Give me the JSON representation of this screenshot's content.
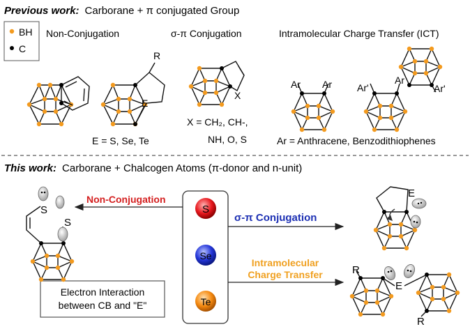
{
  "top": {
    "heading_bold": "Previous work:",
    "heading_rest": "Carborane + π conjugated Group",
    "legend": {
      "bh": "BH",
      "c": "C"
    },
    "non_conjugation": "Non-Conjugation",
    "sigma_pi": "σ-π Conjugation",
    "ict": "Intramolecular Charge Transfer (ICT)",
    "e_list": "E = S, Se, Te",
    "x_line1": "X = CH₂, CH-,",
    "x_line2": "NH, O, S",
    "ar_def": "Ar = Anthracene, Benzodithiophenes",
    "label_R": "R",
    "label_E": "E",
    "label_X": "X",
    "label_Ar": "Ar",
    "label_Arp": "Ar'"
  },
  "bottom": {
    "heading_bold": "This work:",
    "heading_rest": "Carborane + Chalcogen Atoms (π-donor and  n-unit)",
    "non_conjugation": "Non-Conjugation",
    "sigma_pi": "σ-π Conjugation",
    "ict_line1": "Intramolecular",
    "ict_line2": "Charge Transfer",
    "box_line1": "Electron Interaction",
    "box_line2": "between CB and \"E\"",
    "elements": [
      "S",
      "Se",
      "Te"
    ],
    "label_S": "S",
    "label_E": "E",
    "label_R": "R"
  },
  "colors": {
    "boron": "#f39a1e",
    "non_conj_red": "#d42020",
    "sigma_blue": "#1c2fb3",
    "ict_orange": "#f0a020",
    "divider": "#777777"
  }
}
